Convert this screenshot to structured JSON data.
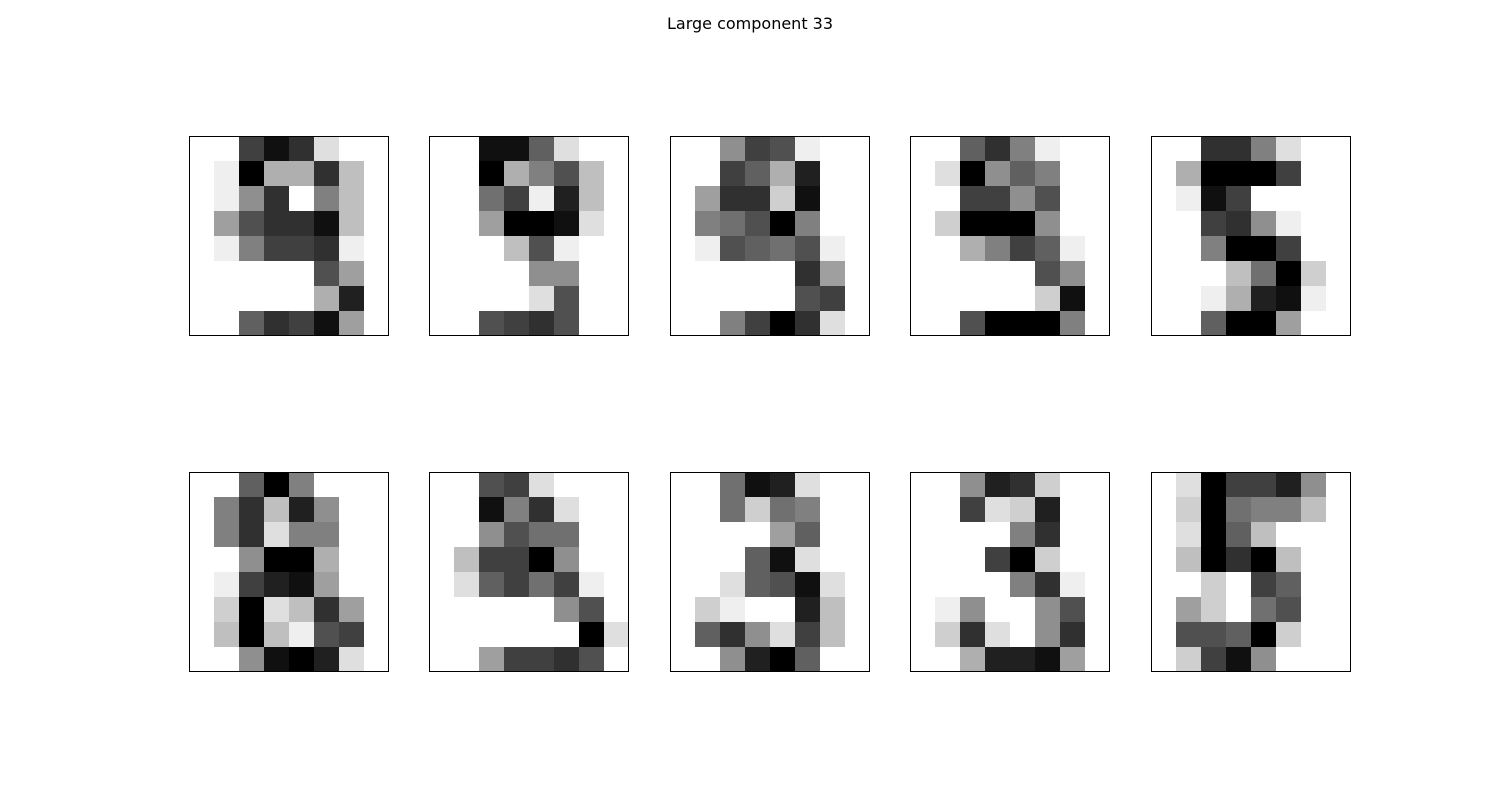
{
  "title": "Large component 33",
  "colors": {
    "background": "#ffffff",
    "frame": "#000000",
    "colormap": "gray_r"
  },
  "chart_data": {
    "type": "heatmap",
    "title": "Large component 33",
    "grid": false,
    "layout": {
      "rows": 2,
      "cols": 5
    },
    "value_range": [
      0,
      16
    ],
    "images": [
      [
        [
          0,
          0,
          12,
          15,
          13,
          2,
          0,
          0
        ],
        [
          0,
          1,
          16,
          5,
          5,
          13,
          4,
          0
        ],
        [
          0,
          1,
          7,
          13,
          0,
          8,
          4,
          0
        ],
        [
          0,
          6,
          11,
          13,
          13,
          15,
          4,
          0
        ],
        [
          0,
          1,
          8,
          12,
          12,
          13,
          1,
          0
        ],
        [
          0,
          0,
          0,
          0,
          0,
          11,
          6,
          0
        ],
        [
          0,
          0,
          0,
          0,
          0,
          5,
          14,
          0
        ],
        [
          0,
          0,
          10,
          13,
          12,
          15,
          6,
          0
        ]
      ],
      [
        [
          0,
          0,
          15,
          15,
          10,
          2,
          0,
          0
        ],
        [
          0,
          0,
          16,
          5,
          8,
          11,
          4,
          0
        ],
        [
          0,
          0,
          9,
          12,
          1,
          14,
          4,
          0
        ],
        [
          0,
          0,
          6,
          16,
          16,
          15,
          2,
          0
        ],
        [
          0,
          0,
          0,
          4,
          11,
          1,
          0,
          0
        ],
        [
          0,
          0,
          0,
          0,
          7,
          7,
          0,
          0
        ],
        [
          0,
          0,
          0,
          0,
          2,
          11,
          0,
          0
        ],
        [
          0,
          0,
          11,
          12,
          13,
          11,
          0,
          0
        ]
      ],
      [
        [
          0,
          0,
          7,
          12,
          11,
          1,
          0,
          0
        ],
        [
          0,
          0,
          12,
          10,
          5,
          14,
          0,
          0
        ],
        [
          0,
          6,
          13,
          13,
          3,
          15,
          0,
          0
        ],
        [
          0,
          8,
          9,
          11,
          16,
          8,
          0,
          0
        ],
        [
          0,
          1,
          11,
          10,
          9,
          11,
          1,
          0
        ],
        [
          0,
          0,
          0,
          0,
          0,
          13,
          6,
          0
        ],
        [
          0,
          0,
          0,
          0,
          0,
          11,
          12,
          0
        ],
        [
          0,
          0,
          8,
          12,
          16,
          13,
          2,
          0
        ]
      ],
      [
        [
          0,
          0,
          10,
          13,
          8,
          1,
          0,
          0
        ],
        [
          0,
          2,
          16,
          7,
          10,
          8,
          0,
          0
        ],
        [
          0,
          0,
          12,
          12,
          7,
          11,
          0,
          0
        ],
        [
          0,
          3,
          16,
          16,
          16,
          7,
          0,
          0
        ],
        [
          0,
          0,
          5,
          8,
          12,
          10,
          1,
          0
        ],
        [
          0,
          0,
          0,
          0,
          0,
          11,
          7,
          0
        ],
        [
          0,
          0,
          0,
          0,
          0,
          3,
          15,
          0
        ],
        [
          0,
          0,
          11,
          16,
          16,
          16,
          8,
          0
        ]
      ],
      [
        [
          0,
          0,
          13,
          13,
          8,
          2,
          0,
          0
        ],
        [
          0,
          5,
          16,
          16,
          16,
          12,
          0,
          0
        ],
        [
          0,
          1,
          15,
          12,
          0,
          0,
          0,
          0
        ],
        [
          0,
          0,
          12,
          13,
          7,
          1,
          0,
          0
        ],
        [
          0,
          0,
          8,
          16,
          16,
          12,
          0,
          0
        ],
        [
          0,
          0,
          0,
          4,
          9,
          16,
          3,
          0
        ],
        [
          0,
          0,
          1,
          5,
          14,
          15,
          1,
          0
        ],
        [
          0,
          0,
          10,
          16,
          16,
          6,
          0,
          0
        ]
      ],
      [
        [
          0,
          0,
          10,
          16,
          8,
          0,
          0,
          0
        ],
        [
          0,
          8,
          13,
          4,
          14,
          7,
          0,
          0
        ],
        [
          0,
          8,
          13,
          2,
          8,
          8,
          0,
          0
        ],
        [
          0,
          0,
          7,
          16,
          16,
          5,
          0,
          0
        ],
        [
          0,
          1,
          12,
          14,
          15,
          6,
          0,
          0
        ],
        [
          0,
          3,
          16,
          2,
          4,
          13,
          6,
          0
        ],
        [
          0,
          4,
          16,
          4,
          1,
          11,
          12,
          0
        ],
        [
          0,
          0,
          7,
          15,
          16,
          14,
          2,
          0
        ]
      ],
      [
        [
          0,
          0,
          11,
          12,
          2,
          0,
          0,
          0
        ],
        [
          0,
          0,
          15,
          8,
          13,
          2,
          0,
          0
        ],
        [
          0,
          0,
          7,
          11,
          9,
          9,
          0,
          0
        ],
        [
          0,
          4,
          12,
          12,
          16,
          7,
          0,
          0
        ],
        [
          0,
          2,
          10,
          12,
          9,
          12,
          1,
          0
        ],
        [
          0,
          0,
          0,
          0,
          0,
          7,
          11,
          0
        ],
        [
          0,
          0,
          0,
          0,
          0,
          0,
          16,
          2
        ],
        [
          0,
          0,
          6,
          12,
          12,
          13,
          11,
          0
        ]
      ],
      [
        [
          0,
          0,
          9,
          15,
          14,
          2,
          0,
          0
        ],
        [
          0,
          0,
          9,
          3,
          9,
          8,
          0,
          0
        ],
        [
          0,
          0,
          0,
          0,
          6,
          10,
          0,
          0
        ],
        [
          0,
          0,
          0,
          10,
          15,
          2,
          0,
          0
        ],
        [
          0,
          0,
          2,
          10,
          11,
          15,
          2,
          0
        ],
        [
          0,
          3,
          1,
          0,
          0,
          14,
          4,
          0
        ],
        [
          0,
          10,
          13,
          7,
          2,
          12,
          4,
          0
        ],
        [
          0,
          0,
          7,
          14,
          16,
          10,
          0,
          0
        ]
      ],
      [
        [
          0,
          0,
          7,
          14,
          13,
          3,
          0,
          0
        ],
        [
          0,
          0,
          12,
          2,
          3,
          14,
          0,
          0
        ],
        [
          0,
          0,
          0,
          0,
          8,
          13,
          0,
          0
        ],
        [
          0,
          0,
          0,
          12,
          16,
          3,
          0,
          0
        ],
        [
          0,
          0,
          0,
          0,
          8,
          13,
          1,
          0
        ],
        [
          0,
          1,
          7,
          0,
          0,
          7,
          11,
          0
        ],
        [
          0,
          3,
          13,
          2,
          0,
          7,
          13,
          0
        ],
        [
          0,
          0,
          5,
          14,
          14,
          15,
          6,
          0
        ]
      ],
      [
        [
          0,
          2,
          16,
          12,
          12,
          14,
          7,
          0
        ],
        [
          0,
          3,
          16,
          9,
          8,
          8,
          4,
          0
        ],
        [
          0,
          2,
          16,
          10,
          4,
          0,
          0,
          0
        ],
        [
          0,
          4,
          16,
          13,
          16,
          4,
          0,
          0
        ],
        [
          0,
          0,
          3,
          0,
          12,
          10,
          0,
          0
        ],
        [
          0,
          6,
          3,
          0,
          9,
          11,
          0,
          0
        ],
        [
          0,
          11,
          11,
          10,
          16,
          3,
          0,
          0
        ],
        [
          0,
          3,
          12,
          15,
          7,
          0,
          0,
          0
        ]
      ]
    ]
  }
}
